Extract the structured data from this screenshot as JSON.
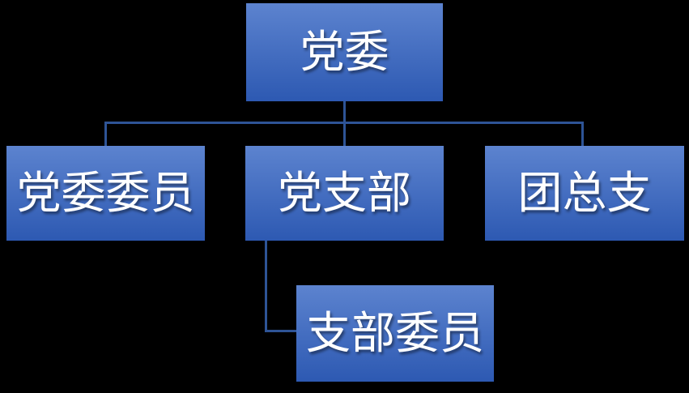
{
  "diagram": {
    "type": "org-chart",
    "colors": {
      "background": "#000000",
      "node_fill_top": "#5c83cf",
      "node_fill_bottom": "#2d59b2",
      "connector": "#2e5496",
      "text": "#ffffff"
    },
    "nodes": [
      {
        "id": "party-committee",
        "label": "党委",
        "parent": null
      },
      {
        "id": "party-committee-members",
        "label": "党委委员",
        "parent": "party-committee"
      },
      {
        "id": "party-branch",
        "label": "党支部",
        "parent": "party-committee"
      },
      {
        "id": "league-general-branch",
        "label": "团总支",
        "parent": "party-committee"
      },
      {
        "id": "branch-members",
        "label": "支部委员",
        "parent": "party-branch"
      }
    ]
  }
}
